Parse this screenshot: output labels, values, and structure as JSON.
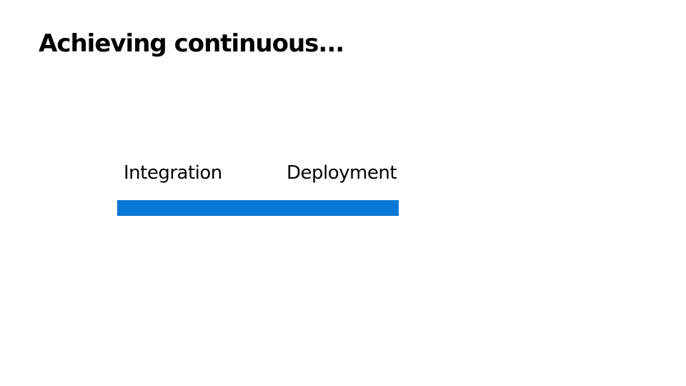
{
  "slide": {
    "title": "Achieving continuous...",
    "stages": [
      {
        "label": "Integration"
      },
      {
        "label": "Deployment"
      }
    ],
    "bar_color": "#0a78d4"
  }
}
